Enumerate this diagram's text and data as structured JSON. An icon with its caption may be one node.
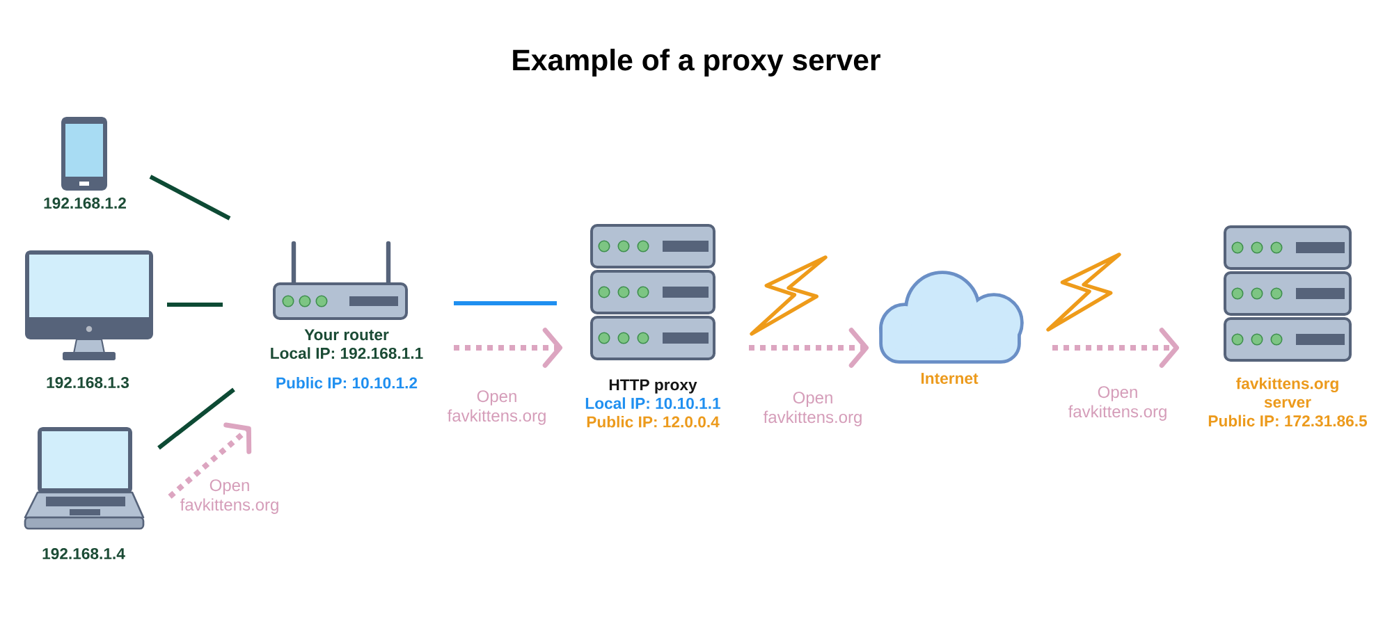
{
  "diagram": {
    "title": "Example of a proxy server",
    "nodes": [
      {
        "text": [
          "192.168.1.2"
        ]
      },
      {
        "text": [
          "192.168.1.3"
        ]
      },
      {
        "text": [
          "192.168.1.4"
        ]
      },
      {
        "text": [
          "Your router",
          "Local IP: 192.168.1.1",
          "Public IP: 10.10.1.2"
        ]
      },
      {
        "text": [
          "HTTP proxy",
          "Local IP: 10.10.1.1",
          "Public IP: 12.0.0.4"
        ]
      },
      {
        "text": [
          "Internet"
        ]
      },
      {
        "text": [
          "favkittens.org server",
          "Public IP: 172.31.86.5"
        ]
      }
    ],
    "edges": [
      {
        "from": 0,
        "to": 3,
        "arrow": "none",
        "color": "#0d4a34"
      },
      {
        "from": 1,
        "to": 3,
        "arrow": "none",
        "color": "#0d4a34"
      },
      {
        "from": 2,
        "to": 3,
        "arrow": "none",
        "color": "#0d4a34"
      },
      {
        "from": 2,
        "to": 3,
        "arrow": "to",
        "style": "dashed",
        "label": "Open favkittens.org"
      },
      {
        "from": 3,
        "to": 4,
        "arrow": "none",
        "color": "#1f8ff0"
      },
      {
        "from": 3,
        "to": 4,
        "arrow": "to",
        "style": "dashed",
        "label": "Open favkittens.org"
      },
      {
        "from": 4,
        "to": 5,
        "arrow": "to",
        "style": "dashed",
        "label": "Open favkittens.org"
      },
      {
        "from": 5,
        "to": 6,
        "arrow": "to",
        "style": "dashed",
        "label": "Open favkittens.org"
      }
    ]
  }
}
